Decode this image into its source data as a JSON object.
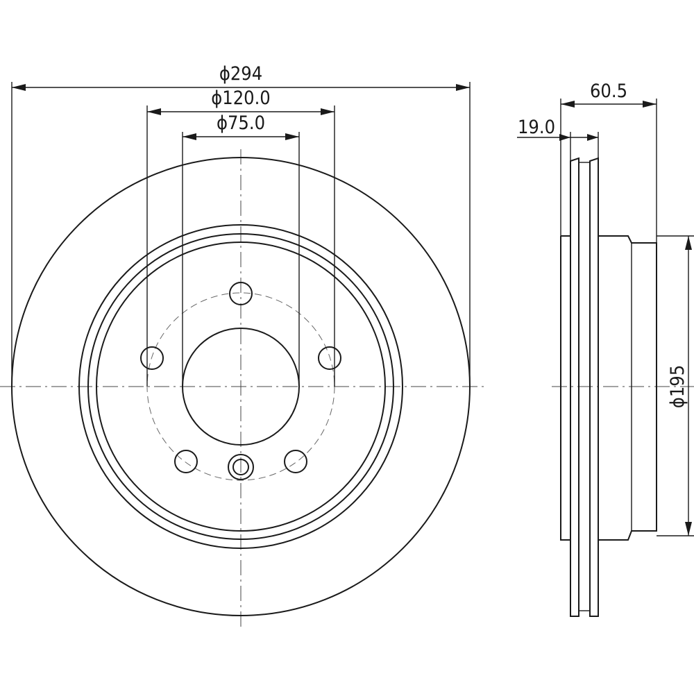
{
  "dimensions": {
    "outer_diameter": "ϕ294",
    "bolt_circle_diameter": "ϕ120.0",
    "center_bore_diameter": "ϕ75.0",
    "overall_height": "60.5",
    "disc_thickness": "19.0",
    "hat_diameter": "ϕ195"
  },
  "colors": {
    "line": "#1a1a1a",
    "background": "#ffffff"
  }
}
